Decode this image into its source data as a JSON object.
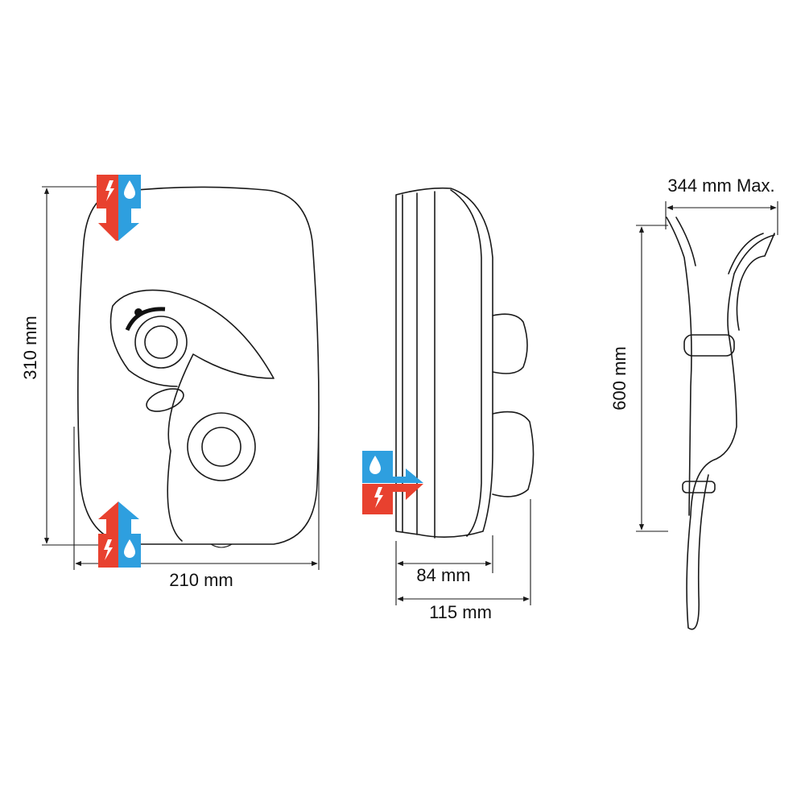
{
  "dimensions": {
    "front_height": "310 mm",
    "front_width": "210 mm",
    "side_depth_body": "84 mm",
    "side_depth_total": "115 mm",
    "rail_height": "600 mm",
    "handset_reach": "344 mm Max."
  },
  "colors": {
    "electric": "#e8412f",
    "water": "#2e9fdf",
    "line": "#1a1a1a"
  },
  "icons": [
    "electric-bolt-icon",
    "water-drop-icon"
  ]
}
